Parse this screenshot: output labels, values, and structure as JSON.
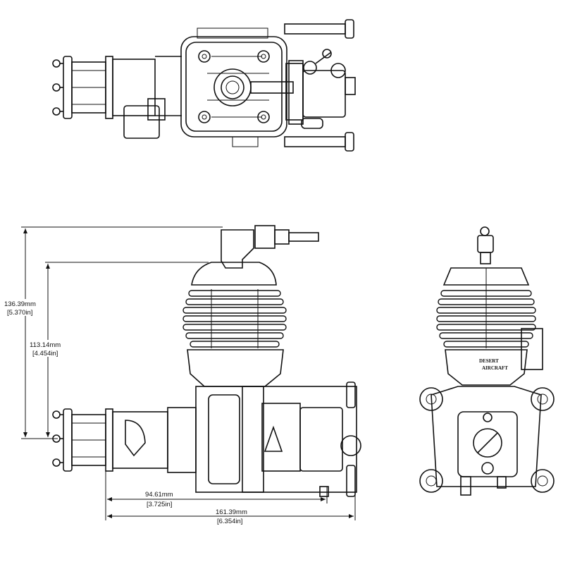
{
  "dimensions": {
    "height_total": {
      "mm": "136.39mm",
      "in": "[5.370in]"
    },
    "height_mount": {
      "mm": "113.14mm",
      "in": "[4.454in]"
    },
    "length_mount": {
      "mm": "94.61mm",
      "in": "[3.725in]"
    },
    "length_total": {
      "mm": "161.39mm",
      "in": "[6.354in]"
    }
  },
  "logo": {
    "line1": "DESERT",
    "line2": "AIRCRAFT"
  }
}
